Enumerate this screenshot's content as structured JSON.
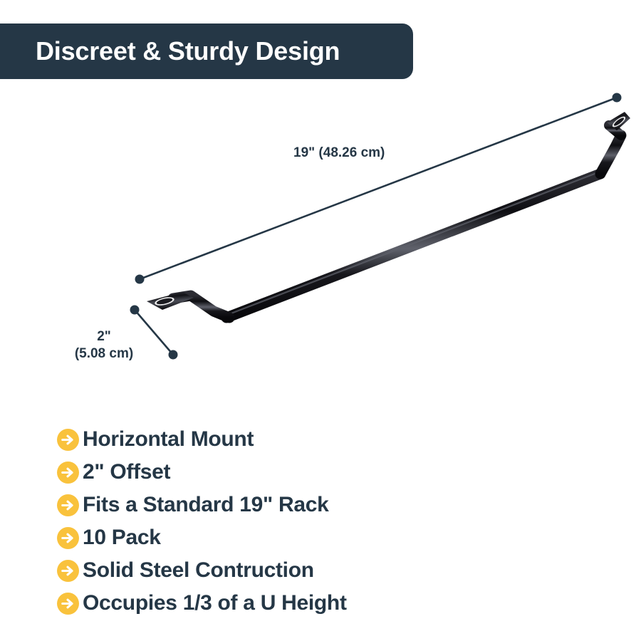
{
  "header": {
    "title": "Discreet & Sturdy Design",
    "background_color": "#253746",
    "text_color": "#ffffff"
  },
  "product": {
    "name": "rack-mount-rail-bracket",
    "description": "Black steel horizontal mount rail with offset Z-bends and flattened slotted eyelet ends",
    "finish_color": "#141418",
    "highlight_color": "#6d6f78"
  },
  "dimensions": {
    "line_color": "#253746",
    "length": {
      "label": "19\" (48.26 cm)",
      "inches": "19\"",
      "metric": "(48.26 cm)"
    },
    "offset": {
      "inches": "2\"",
      "metric": "(5.08 cm)"
    }
  },
  "features": {
    "icon_name": "arrow-right-circle-icon",
    "icon_color": "#f9c23c",
    "icon_arrow_color": "#ffffff",
    "text_color": "#253746",
    "items": [
      {
        "label": "Horizontal Mount"
      },
      {
        "label": "2\" Offset"
      },
      {
        "label": "Fits a Standard 19\" Rack"
      },
      {
        "label": "10 Pack"
      },
      {
        "label": "Solid Steel Contruction"
      },
      {
        "label": "Occupies 1/3 of a U Height"
      }
    ]
  }
}
